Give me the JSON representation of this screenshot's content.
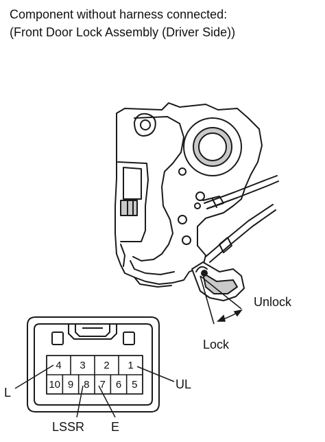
{
  "heading": {
    "line1": "Component without harness connected:",
    "line2": "(Front Door Lock Assembly (Driver Side))"
  },
  "callouts": {
    "unlock": "Unlock",
    "lock": "Lock"
  },
  "connector": {
    "top_row_pins": [
      "4",
      "3",
      "2",
      "1"
    ],
    "bottom_row_pins": [
      "10",
      "9",
      "8",
      "7",
      "6",
      "5"
    ],
    "terminal_labels": {
      "pin4": "L",
      "pin1": "UL",
      "pin8": "LSSR",
      "pin7": "E"
    }
  },
  "colors": {
    "line": "#1a1a1a",
    "shade": "#c9c9c9",
    "background": "#ffffff"
  }
}
